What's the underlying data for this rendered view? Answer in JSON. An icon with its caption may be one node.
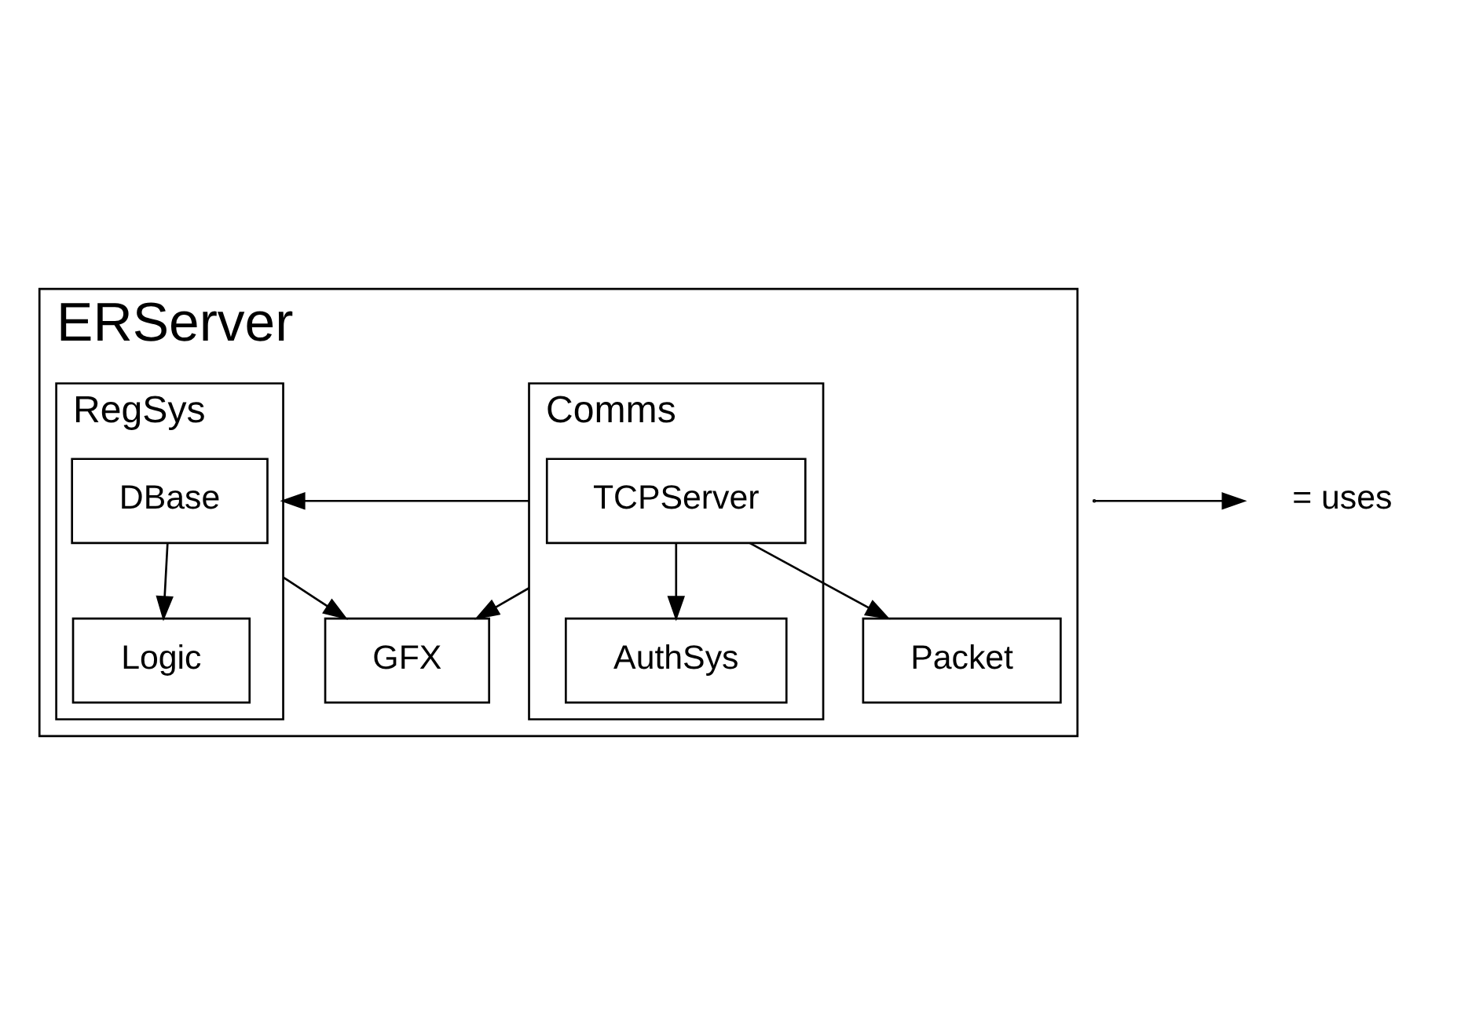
{
  "diagram": {
    "nodes": [
      {
        "text": [
          "ERServer"
        ]
      },
      {
        "text": [
          "Comms"
        ],
        "in": 0
      },
      {
        "text": [
          "TCPServer"
        ],
        "in": 1
      },
      {
        "text": [
          "AuthSys"
        ],
        "in": 1
      },
      {
        "text": [
          "RegSys"
        ],
        "in": 0
      },
      {
        "text": [
          "DBase"
        ],
        "in": 4
      },
      {
        "text": [
          "Logic"
        ],
        "in": 4
      },
      {
        "text": [
          "Packet"
        ],
        "in": 0
      },
      {
        "text": [
          "GFX"
        ],
        "in": 0
      }
    ],
    "edges": [
      {
        "from": 2,
        "to": 3,
        "arrow": "to"
      },
      {
        "from": 1,
        "to": 4,
        "arrow": "to"
      },
      {
        "from": 5,
        "to": 6,
        "arrow": "to"
      },
      {
        "from": 1,
        "to": 8,
        "arrow": "to"
      },
      {
        "from": 4,
        "to": 8,
        "arrow": "to"
      },
      {
        "from": 2,
        "to": 7,
        "arrow": "to"
      }
    ],
    "legend": [
      {
        "text": "= uses"
      }
    ]
  }
}
